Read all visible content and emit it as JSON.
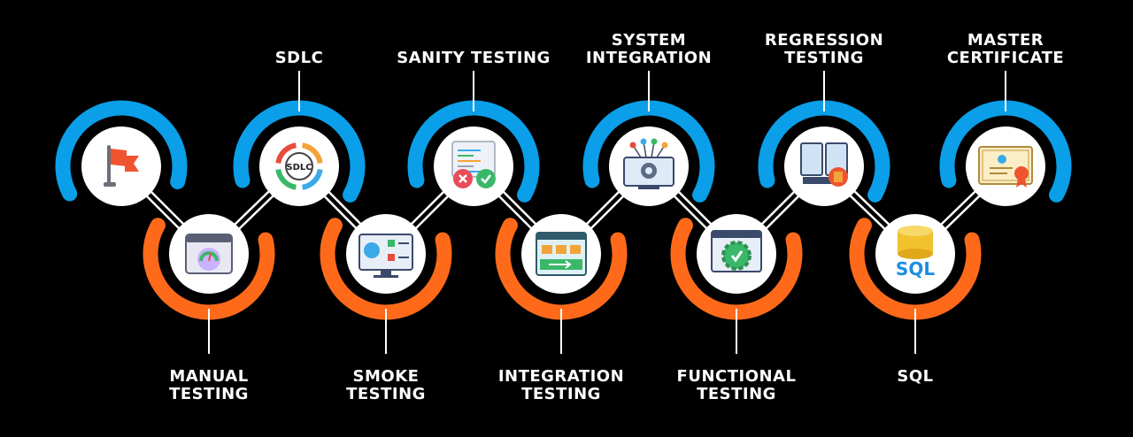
{
  "colors": {
    "background": "#000000",
    "top_arc": "#0A9FE8",
    "bottom_arc": "#FF6A1A",
    "node_fill": "#FFFFFF",
    "connector": "#FFFFFF"
  },
  "steps": [
    {
      "id": "start",
      "lines": [],
      "icon": "flag-icon",
      "row": "top"
    },
    {
      "id": "manual-testing",
      "lines": [
        "MANUAL",
        "TESTING"
      ],
      "icon": "browser-gauge-icon",
      "row": "bottom"
    },
    {
      "id": "sdlc",
      "lines": [
        "SDLC"
      ],
      "icon": "sdlc-cycle-icon",
      "icon_text": "SDLC",
      "row": "top"
    },
    {
      "id": "smoke-testing",
      "lines": [
        "SMOKE",
        "TESTING"
      ],
      "icon": "monitor-checklist-icon",
      "row": "bottom"
    },
    {
      "id": "sanity-testing",
      "lines": [
        "SANITY TESTING"
      ],
      "icon": "code-pass-fail-icon",
      "row": "top"
    },
    {
      "id": "integration-testing",
      "lines": [
        "INTEGRATION",
        "TESTING"
      ],
      "icon": "integration-flow-icon",
      "row": "bottom"
    },
    {
      "id": "system-integration",
      "lines": [
        "SYSTEM",
        "INTEGRATION"
      ],
      "icon": "system-network-icon",
      "row": "top"
    },
    {
      "id": "functional-testing",
      "lines": [
        "FUNCTIONAL",
        "TESTING"
      ],
      "icon": "gear-check-icon",
      "row": "bottom"
    },
    {
      "id": "regression-testing",
      "lines": [
        "REGRESSION",
        "TESTING"
      ],
      "icon": "regression-report-icon",
      "row": "top"
    },
    {
      "id": "sql",
      "lines": [
        "SQL"
      ],
      "icon": "database-sql-icon",
      "icon_text": "SQL",
      "row": "bottom"
    },
    {
      "id": "master-certificate",
      "lines": [
        "MASTER",
        "CERTIFICATE"
      ],
      "icon": "certificate-icon",
      "row": "top"
    }
  ]
}
